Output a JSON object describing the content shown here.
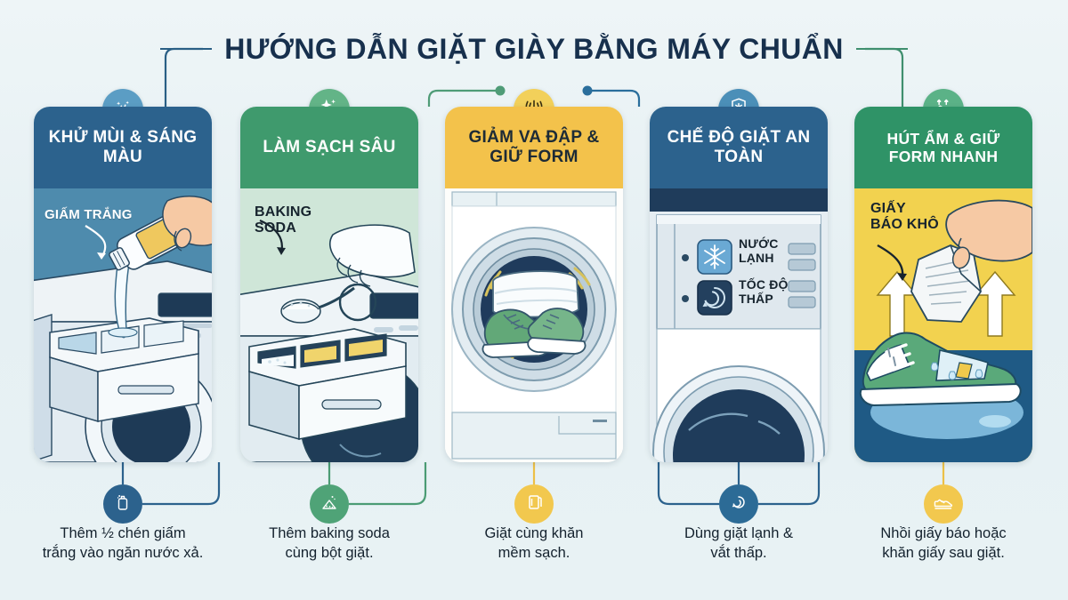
{
  "header": {
    "title": "HƯỚNG DẪN GIẶT GIÀY BẰNG MÁY CHUẨN"
  },
  "theme": {
    "background": "#e9f2f5",
    "title_color": "#17304d",
    "blue": "#2c628d",
    "green": "#3f9a6d",
    "yellow": "#f3c24b",
    "deep_green": "#2f9367"
  },
  "steps": [
    {
      "index": 1,
      "badge_icon": "fresh-scent-icon",
      "badge_color": "#5b9dc4",
      "heading": "KHỬ MÙI &\nSÁNG MÀU",
      "head_color": "#2c628d",
      "body_color": "#4e8bad",
      "annotation": "GIẤM TRẮNG",
      "annotation_style": "light",
      "illustration": "hand-pouring-vinegar-into-detergent-drawer",
      "foot_icon": "detergent-bottle-icon",
      "foot_color": "#2c628d",
      "caption": "Thêm ½ chén giấm\ntrắng vào ngăn nước xả."
    },
    {
      "index": 2,
      "badge_icon": "sparkles-icon",
      "badge_color": "#63b487",
      "heading": "LÀM SẠCH SÂU",
      "head_color": "#3f9a6d",
      "body_color": "#cfe6d8",
      "annotation": "BAKING\nSODA",
      "annotation_style": "dark",
      "illustration": "hand-spooning-baking-soda-into-drawer",
      "foot_icon": "powder-pile-icon",
      "foot_color": "#4fa377",
      "caption": "Thêm baking soda\ncùng bột giặt."
    },
    {
      "index": 3,
      "badge_icon": "vibration-icon",
      "badge_color": "#f2d05a",
      "heading": "GIẢM VA ĐẬP\n& GIỮ FORM",
      "head_color": "#f3c24b",
      "body_color": "#fdfdfb",
      "annotation": "",
      "annotation_style": "dark",
      "illustration": "washing-machine-drum-with-sneakers-and-towel",
      "foot_icon": "towel-icon",
      "foot_color": "#f2c84e",
      "caption": "Giặt cùng khăn\nmềm sạch."
    },
    {
      "index": 4,
      "badge_icon": "shield-snowflake-icon",
      "badge_color": "#4b8fb8",
      "heading": "CHẾ ĐỘ GIẶT\nAN TOÀN",
      "head_color": "#2c628d",
      "body_color": "#e5edf2",
      "annotation": "",
      "annotation_style": "dark",
      "illustration": "washing-machine-control-panel",
      "settings": [
        {
          "icon": "snowflake-icon",
          "label": "NƯỚC\nLẠNH"
        },
        {
          "icon": "spin-spiral-icon",
          "label": "TỐC ĐỘ\nTHẤP"
        }
      ],
      "foot_icon": "spin-spiral-icon",
      "foot_color": "#2c6b96",
      "caption": "Dùng giặt lạnh &\nvắt thấp."
    },
    {
      "index": 5,
      "badge_icon": "shoe-up-arrows-icon",
      "badge_color": "#5bb287",
      "heading": "HÚT ẨM &\nGIỮ FORM NHANH",
      "head_color": "#2f9367",
      "body_color": "#f2d24f",
      "annotation": "GIẤY\nBÁO KHÔ",
      "annotation_style": "dark",
      "illustration": "hand-stuffing-newspaper-into-wet-sneaker",
      "foot_icon": "sneaker-icon",
      "foot_color": "#f2c84e",
      "caption": "Nhồi giấy báo hoặc\nkhăn giấy sau giặt."
    }
  ]
}
